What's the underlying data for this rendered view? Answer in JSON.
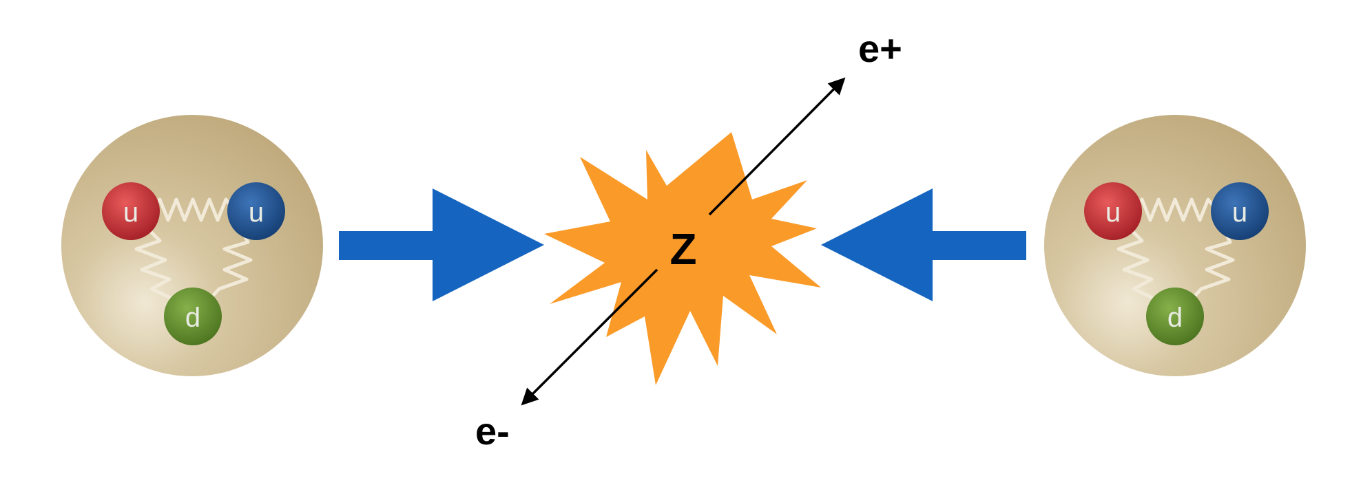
{
  "colors": {
    "background": "#ffffff",
    "proton_fill": "#c8b48a",
    "up_quark": "#c0242c",
    "up_quark_2": "#1d4f8f",
    "down_quark": "#5f8a2a",
    "gluon_spring": "#f2ead8",
    "beam_arrow": "#1565c0",
    "burst": "#fa9a28",
    "track": "#000000"
  },
  "left_proton": {
    "quark_top_left": "u",
    "quark_top_right": "u",
    "quark_bottom": "d"
  },
  "right_proton": {
    "quark_top_left": "u",
    "quark_top_right": "u",
    "quark_bottom": "d"
  },
  "collision": {
    "label": "Z"
  },
  "decay_products": {
    "positron_label": "e+",
    "electron_label": "e-"
  }
}
